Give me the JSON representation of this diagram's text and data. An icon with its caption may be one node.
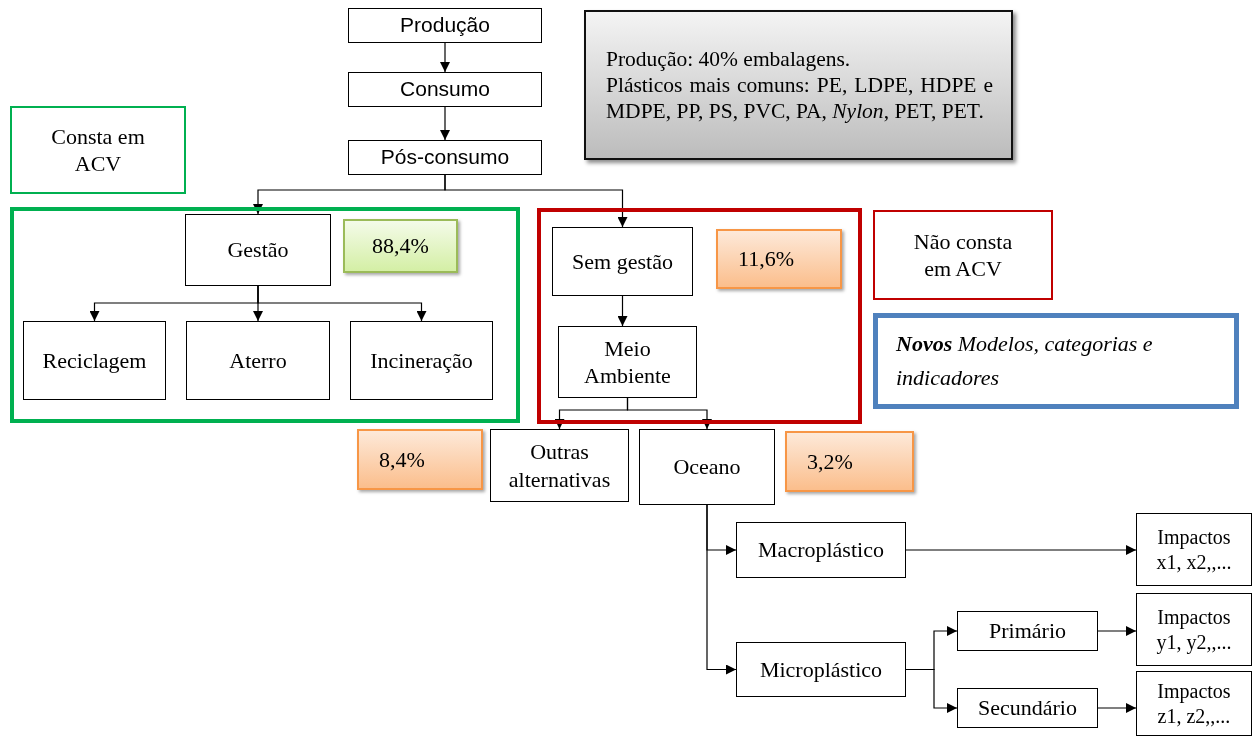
{
  "diagram": {
    "nodes": [
      {
        "text": [
          "Produção"
        ]
      },
      {
        "text": [
          "Consumo"
        ]
      },
      {
        "text": [
          "Pós-consumo"
        ]
      },
      {
        "text": [
          "Produção: 40% embalagens.",
          "Plásticos mais comuns: PE, LDPE, HDPE e MDPE, PP, PS, PVC, PA, *Nylon*, PET, PET."
        ]
      },
      {
        "text": [
          "Consta em ACV"
        ]
      },
      {
        "text": [],
        "shape": "box"
      },
      {
        "text": [
          "Gestão"
        ],
        "in": 5
      },
      {
        "text": [
          "88,4%"
        ],
        "in": 5
      },
      {
        "text": [
          "Reciclagem"
        ],
        "in": 5
      },
      {
        "text": [
          "Aterro"
        ],
        "in": 5
      },
      {
        "text": [
          "Incineração"
        ],
        "in": 5
      },
      {
        "text": [],
        "shape": "box"
      },
      {
        "text": [
          "Sem gestão"
        ],
        "in": 11
      },
      {
        "text": [
          "11,6%"
        ],
        "in": 11
      },
      {
        "text": [
          "Meio Ambiente"
        ],
        "in": 11
      },
      {
        "text": [
          "Não consta em ACV"
        ]
      },
      {
        "text": [
          "**Novos** Modelos, categorias e indicadores"
        ]
      },
      {
        "text": [
          "8,4%"
        ]
      },
      {
        "text": [
          "Outras alternativas"
        ]
      },
      {
        "text": [
          "Oceano"
        ]
      },
      {
        "text": [
          "3,2%"
        ]
      },
      {
        "text": [
          "Macroplástico"
        ]
      },
      {
        "text": [
          "Impactos x1, x2,,..."
        ]
      },
      {
        "text": [
          "Primário"
        ]
      },
      {
        "text": [
          "Impactos y1, y2,,..."
        ]
      },
      {
        "text": [
          "Microplástico"
        ]
      },
      {
        "text": [
          "Secundário"
        ]
      },
      {
        "text": [
          "Impactos z1, z2,,..."
        ]
      }
    ],
    "edges": [
      {
        "from": 0,
        "to": 1,
        "arrow": "to"
      },
      {
        "from": 1,
        "to": 2,
        "arrow": "to"
      },
      {
        "from": 2,
        "to": 6,
        "arrow": "to"
      },
      {
        "from": 2,
        "to": 12,
        "arrow": "to"
      },
      {
        "from": 6,
        "to": 8,
        "arrow": "to"
      },
      {
        "from": 6,
        "to": 9,
        "arrow": "to"
      },
      {
        "from": 6,
        "to": 10,
        "arrow": "to"
      },
      {
        "from": 12,
        "to": 14,
        "arrow": "to"
      },
      {
        "from": 14,
        "to": 18,
        "arrow": "to"
      },
      {
        "from": 14,
        "to": 19,
        "arrow": "to"
      },
      {
        "from": 19,
        "to": 21,
        "arrow": "to"
      },
      {
        "from": 19,
        "to": 25,
        "arrow": "to"
      },
      {
        "from": 21,
        "to": 22,
        "arrow": "to"
      },
      {
        "from": 25,
        "to": 23,
        "arrow": "to"
      },
      {
        "from": 25,
        "to": 26,
        "arrow": "to"
      },
      {
        "from": 23,
        "to": 24,
        "arrow": "to"
      },
      {
        "from": 26,
        "to": 27,
        "arrow": "to"
      }
    ]
  }
}
